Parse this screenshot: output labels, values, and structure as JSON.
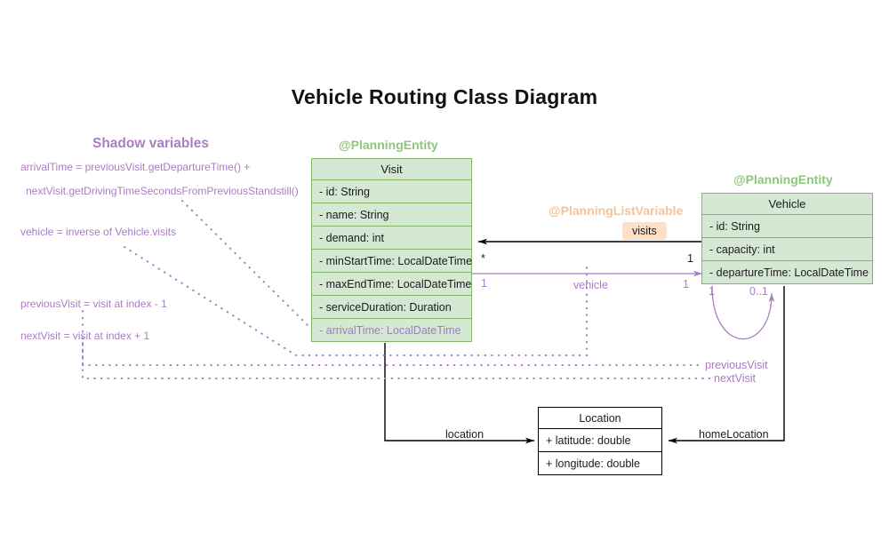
{
  "page": {
    "title": "Vehicle Routing Class Diagram"
  },
  "palette": {
    "entity_fill": "#d5e8d4",
    "entity_border": "#82b366",
    "stereotype_green": "#8cc878",
    "stereotype_peach": "#f3c49a",
    "badge_fill": "#fce0c8",
    "shadow_purple": "#ab7cc4",
    "plain_border": "#000000",
    "plain_fill": "#ffffff"
  },
  "classes": {
    "visit": {
      "stereotype": "@PlanningEntity",
      "name": "Visit",
      "attributes": [
        "- id: String",
        "- name: String",
        "- demand: int",
        "- minStartTime: LocalDateTime",
        "- maxEndTime: LocalDateTime",
        "- serviceDuration: Duration"
      ],
      "shadow_attributes": [
        "- arrivalTime: LocalDateTime"
      ]
    },
    "vehicle": {
      "stereotype": "@PlanningEntity",
      "name": "Vehicle",
      "attributes": [
        "- id: String",
        "- capacity: int",
        "- departureTime: LocalDateTime"
      ]
    },
    "location": {
      "name": "Location",
      "attributes": [
        "+ latitude: double",
        "+ longitude: double"
      ]
    }
  },
  "annotations": {
    "planning_list_variable": "@PlanningListVariable",
    "visits_badge": "visits"
  },
  "shadow_panel": {
    "title": "Shadow variables",
    "lines": [
      "arrivalTime = previousVisit.getDepartureTime() +",
      "nextVisit.getDrivingTimeSecondsFromPreviousStandstill()",
      "vehicle = inverse of Vehicle.visits",
      "previousVisit = visit at index - 1",
      "nextVisit = visit at index + 1"
    ]
  },
  "relationships": {
    "visits": {
      "label": "visits",
      "source_multiplicity": "1",
      "target_multiplicity": "*"
    },
    "vehicle": {
      "label": "vehicle",
      "source_multiplicity": "1",
      "target_multiplicity": "1"
    },
    "self_loop": {
      "source_multiplicity": "1",
      "target_multiplicity": "0..1"
    },
    "location": {
      "label": "location"
    },
    "home_location": {
      "label": "homeLocation"
    },
    "shadow_links": {
      "previous_visit": "previousVisit",
      "next_visit": "nextVisit"
    }
  }
}
